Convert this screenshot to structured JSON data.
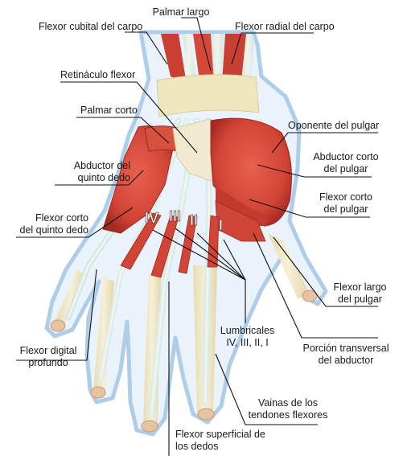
{
  "labels": {
    "palmar_largo": "Palmar largo",
    "flexor_cubital": "Flexor cubital del carpo",
    "flexor_radial": "Flexor radial del carpo",
    "retinaculo": "Retináculo flexor",
    "palmar_corto": "Palmar corto",
    "oponente": "Oponente del pulgar",
    "abductor_quinto_1": "Abductor del",
    "abductor_quinto_2": "quinto dedo",
    "abductor_corto_1": "Abductor corto",
    "abductor_corto_2": "del pulgar",
    "flexor_corto_pulgar_1": "Flexor corto",
    "flexor_corto_pulgar_2": "del pulgar",
    "flexor_corto_quinto_1": "Flexor corto",
    "flexor_corto_quinto_2": "del quinto dedo",
    "flexor_largo_1": "Flexor  largo",
    "flexor_largo_2": "del pulgar",
    "lumbricales_1": "Lumbricales",
    "lumbricales_2": "IV, III, II, I",
    "porcion_1": "Porción transversal",
    "porcion_2": "del abductor",
    "flexor_digital_1": "Flexor digital",
    "flexor_digital_2": "profundo",
    "vainas_1": "Vainas de los",
    "vainas_2": "tendones flexores",
    "flexor_superficial_1": "Flexor superficial de",
    "flexor_superficial_2": "los dedos"
  },
  "roman_numerals": [
    "IV",
    "III",
    "II",
    "I"
  ],
  "colors": {
    "skin_outline": "#aecde8",
    "muscle": "#d9483a",
    "muscle_dark": "#a82a22",
    "tendon": "#eef0dc",
    "tendon_blue": "#bfe0e6",
    "sheath": "#f0e9c8",
    "leader": "#111111"
  }
}
